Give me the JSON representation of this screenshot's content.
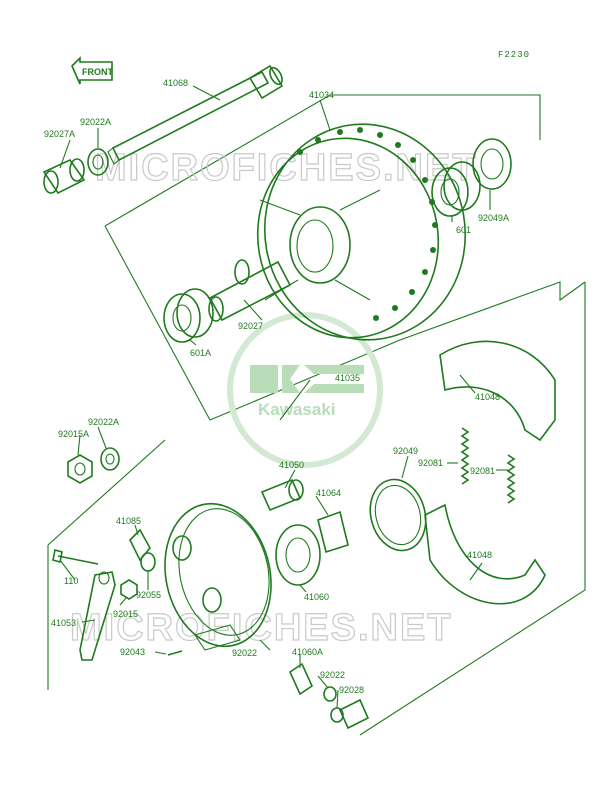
{
  "figure_code": "F2230",
  "front_label": "FRONT",
  "brand": "Kawasaki",
  "watermarks": [
    "MICROFICHES.NET",
    "MICROFICHES.NET"
  ],
  "callouts": [
    {
      "id": "c41068",
      "text": "41068"
    },
    {
      "id": "c41034",
      "text": "41034"
    },
    {
      "id": "c92027A",
      "text": "92027A"
    },
    {
      "id": "c92022A_top",
      "text": "92022A"
    },
    {
      "id": "c601",
      "text": "601"
    },
    {
      "id": "c92049A",
      "text": "92049A"
    },
    {
      "id": "c92027",
      "text": "92027"
    },
    {
      "id": "c601A",
      "text": "601A"
    },
    {
      "id": "c41035",
      "text": "41035"
    },
    {
      "id": "c41048_top",
      "text": "41048"
    },
    {
      "id": "c92022A_mid",
      "text": "92022A"
    },
    {
      "id": "c92015A",
      "text": "92015A"
    },
    {
      "id": "c92049",
      "text": "92049"
    },
    {
      "id": "c92081_a",
      "text": "92081"
    },
    {
      "id": "c92081_b",
      "text": "92081"
    },
    {
      "id": "c41050",
      "text": "41050"
    },
    {
      "id": "c41064",
      "text": "41064"
    },
    {
      "id": "c41085",
      "text": "41085"
    },
    {
      "id": "c110",
      "text": "110"
    },
    {
      "id": "c92055",
      "text": "92055"
    },
    {
      "id": "c92015",
      "text": "92015"
    },
    {
      "id": "c41053",
      "text": "41053"
    },
    {
      "id": "c41060",
      "text": "41060"
    },
    {
      "id": "c41048_bot",
      "text": "41048"
    },
    {
      "id": "c92043",
      "text": "92043"
    },
    {
      "id": "c92022",
      "text": "92022"
    },
    {
      "id": "c41060A",
      "text": "41060A"
    },
    {
      "id": "c92022_b",
      "text": "92022"
    },
    {
      "id": "c92028",
      "text": "92028"
    }
  ],
  "colors": {
    "ink": "#1f7a1f",
    "watermark": "#c9c9c9",
    "brand_tint": "#b9dcb9"
  }
}
